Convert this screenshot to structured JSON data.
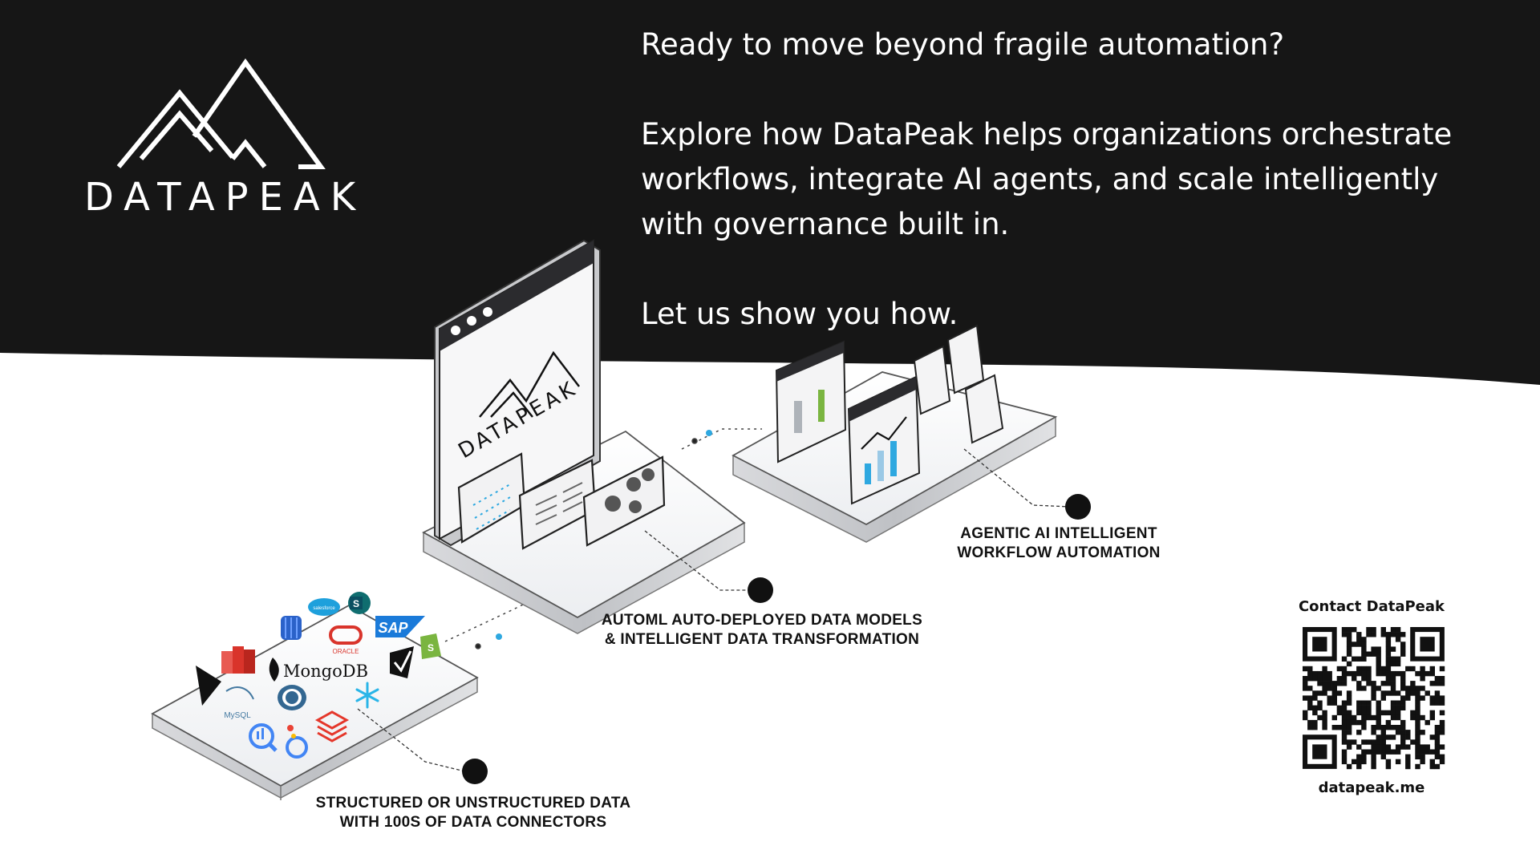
{
  "brand": {
    "name": "DATAPEAK",
    "screen_logo_text": "DATAPEAK"
  },
  "headline": {
    "line1": "Ready to move beyond fragile automation?",
    "para_line1": "Explore how DataPeak helps organizations orchestrate",
    "para_line2": "workflows, integrate AI agents, and scale intelligently",
    "para_line3": "with governance built in.",
    "cta": "Let us show you how."
  },
  "captions": {
    "data": {
      "line1": "STRUCTURED OR UNSTRUCTURED DATA",
      "line2": "WITH 100S OF DATA CONNECTORS"
    },
    "automl": {
      "line1": "AUTOML AUTO-DEPLOYED DATA MODELS",
      "line2": "& INTELLIGENT DATA TRANSFORMATION"
    },
    "agentic": {
      "line1": "AGENTIC AI INTELLIGENT",
      "line2": "WORKFLOW AUTOMATION"
    }
  },
  "connectors": {
    "mongodb": "MongoDB",
    "oracle": "ORACLE",
    "sap": "SAP",
    "mysql": "MySQL",
    "salesforce": "salesforce"
  },
  "contact": {
    "title": "Contact DataPeak",
    "url": "datapeak.me"
  },
  "colors": {
    "dark_band": "#161616",
    "accent_blue": "#2ea8e0",
    "platform_edge": "#c9cacd"
  }
}
